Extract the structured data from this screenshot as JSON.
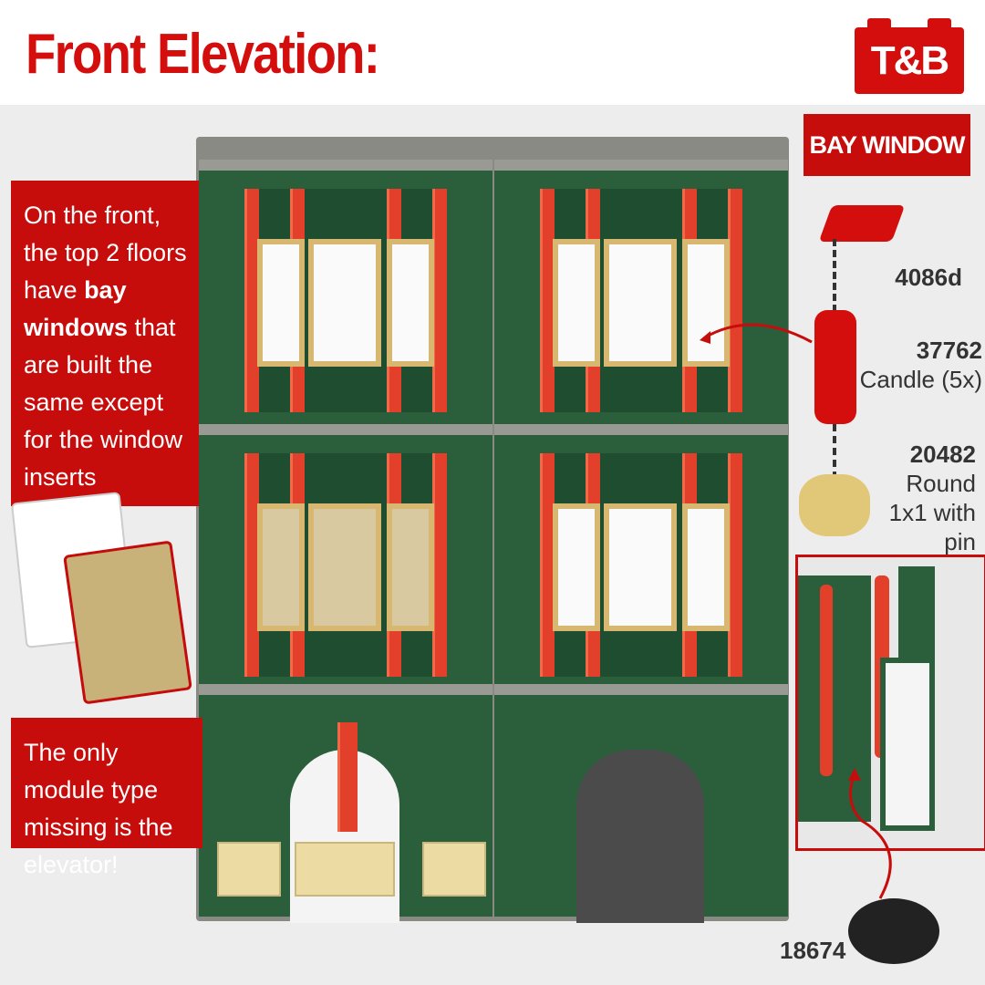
{
  "header": {
    "title": "Front Elevation:",
    "logo": "T&B"
  },
  "left_note_1": {
    "pre": "On the front, the top 2 floors have ",
    "bold": "bay windows",
    "post": " that are built the same except for the window inserts"
  },
  "left_note_2": {
    "text": "The only module type missing is the elevator!"
  },
  "bay_window": {
    "label": "BAY WINDOW",
    "parts": [
      {
        "id": "4086d",
        "name": ""
      },
      {
        "id": "37762",
        "name": "Candle (5x)"
      },
      {
        "id": "20482",
        "name": "Round 1x1 with pin"
      }
    ]
  },
  "bottom_part": {
    "id": "18674"
  },
  "colors": {
    "accent": "#c70c0c",
    "green": "#2b5e3b",
    "pillar": "#e2402a"
  }
}
